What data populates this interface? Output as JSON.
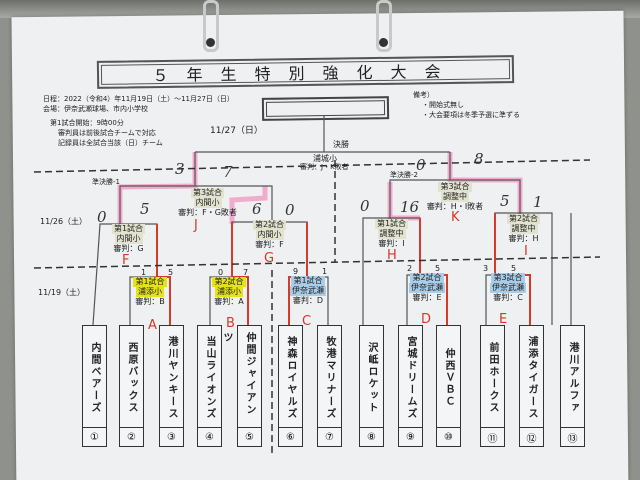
{
  "title": "５年生特別強化大会",
  "info": {
    "schedule": "日程：2022（令和4）年11月19日（土）～11月27日（日）",
    "venue": "会場：伊奈武瀬球場、市内小学校",
    "start": "第1試合開始：9時00分",
    "umpire_note": "審判員は前後試合チームで対応",
    "record_note": "記録員は全試合当該（日）チーム"
  },
  "remarks": {
    "heading": "備考）",
    "items": [
      "・開始式無し",
      "・大会要項は冬季予選に準ずる"
    ]
  },
  "dates": {
    "final": "11/27（日）",
    "semis": "11/26（土）",
    "first": "11/19（土）"
  },
  "final": {
    "label": "決勝",
    "venue": "浦城小",
    "umpire": "審判：J・K敗者"
  },
  "semifinal_1": {
    "label": "準決勝-1",
    "match": "第3試合",
    "venue": "内間小",
    "umpire": "審判：F・G敗者",
    "letter": "J",
    "scores_hand": [
      "3",
      "7"
    ]
  },
  "semifinal_2": {
    "label": "準決勝-2",
    "match": "第3試合",
    "venue": "調整中",
    "umpire": "審判：H・I敗者",
    "letter": "K",
    "scores_hand": [
      "0",
      "8"
    ]
  },
  "quarterfinals": [
    {
      "match": "第1試合",
      "venue": "内間小",
      "umpire": "審判：G",
      "letter": "F",
      "scores_hand": [
        "0",
        "5"
      ]
    },
    {
      "match": "第2試合",
      "venue": "内間小",
      "umpire": "審判：F",
      "letter": "G",
      "scores_hand": [
        "6",
        "0"
      ]
    },
    {
      "match": "第1試合",
      "venue": "調整中",
      "umpire": "審判：I",
      "letter": "H",
      "scores_hand": [
        "0",
        "16"
      ]
    },
    {
      "match": "第2試合",
      "venue": "調整中",
      "umpire": "審判：H",
      "letter": "I",
      "scores_hand": [
        "5",
        "1"
      ]
    }
  ],
  "first_round": [
    {
      "match": "第1試合",
      "venue": "浦添小",
      "umpire": "審判：B",
      "letter": "A",
      "scores": [
        "1",
        "5"
      ],
      "color": "#e6e21a"
    },
    {
      "match": "第2試合",
      "venue": "浦添小",
      "umpire": "審判：A",
      "letter": "B",
      "scores": [
        "0",
        "7"
      ],
      "color": "#e6e21a"
    },
    {
      "match": "第1試合",
      "venue": "伊奈武瀬",
      "umpire": "審判：D",
      "letter": "C",
      "scores": [
        "9",
        "1"
      ],
      "color": "#a9cde8"
    },
    {
      "match": "第2試合",
      "venue": "伊奈武瀬",
      "umpire": "審判：E",
      "letter": "D",
      "scores": [
        "2",
        "5"
      ],
      "color": "#a9cde8"
    },
    {
      "match": "第3試合",
      "venue": "伊奈武瀬",
      "umpire": "審判：C",
      "letter": "E",
      "scores": [
        "3",
        "5"
      ],
      "color": "#a9cde8"
    }
  ],
  "teams": [
    {
      "name": "内間ベアーズ",
      "num": "①"
    },
    {
      "name": "西原バックス",
      "num": "②"
    },
    {
      "name": "港川ヤンキース",
      "num": "③"
    },
    {
      "name": "当山ライオンズ",
      "num": "④"
    },
    {
      "name": "仲間ジャイアンツ",
      "num": "⑤"
    },
    {
      "name": "神森ロイヤルズ",
      "num": "⑥"
    },
    {
      "name": "牧港マリナーズ",
      "num": "⑦"
    },
    {
      "name": "沢岻ロケット",
      "num": "⑧"
    },
    {
      "name": "宮城ドリームズ",
      "num": "⑨"
    },
    {
      "name": "仲西ＶＢＣ",
      "num": "⑩"
    },
    {
      "name": "前田ホークス",
      "num": "⑪"
    },
    {
      "name": "浦添タイガース",
      "num": "⑫"
    },
    {
      "name": "港川アルファ",
      "num": "⑬"
    }
  ],
  "colors": {
    "winner_red": "#d63a2a",
    "highlight_pink": "#f29ac4",
    "accent_blue": "#2857c6"
  }
}
